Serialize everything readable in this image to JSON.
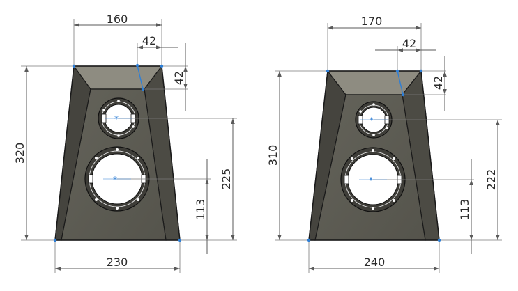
{
  "drawings": [
    {
      "id": "left-cabinet",
      "dimensions": {
        "top_width": "160",
        "chamfer_horizontal": "42",
        "chamfer_vertical": "42",
        "height": "320",
        "tweeter_center_height": "225",
        "woofer_center_height": "113",
        "bottom_width": "230"
      }
    },
    {
      "id": "right-cabinet",
      "dimensions": {
        "top_width": "170",
        "chamfer_horizontal": "42",
        "chamfer_vertical": "42",
        "height": "310",
        "tweeter_center_height": "222",
        "woofer_center_height": "113",
        "bottom_width": "240"
      }
    }
  ],
  "colors": {
    "front_face": "#5b5a52",
    "top_bevel": "#8d8b80",
    "side_bevel": "#44433d",
    "outline": "#1a1a1a",
    "point_marker": "#2f7fd6",
    "dimension_line": "#5a5a5a",
    "text": "#2b2b2b"
  }
}
